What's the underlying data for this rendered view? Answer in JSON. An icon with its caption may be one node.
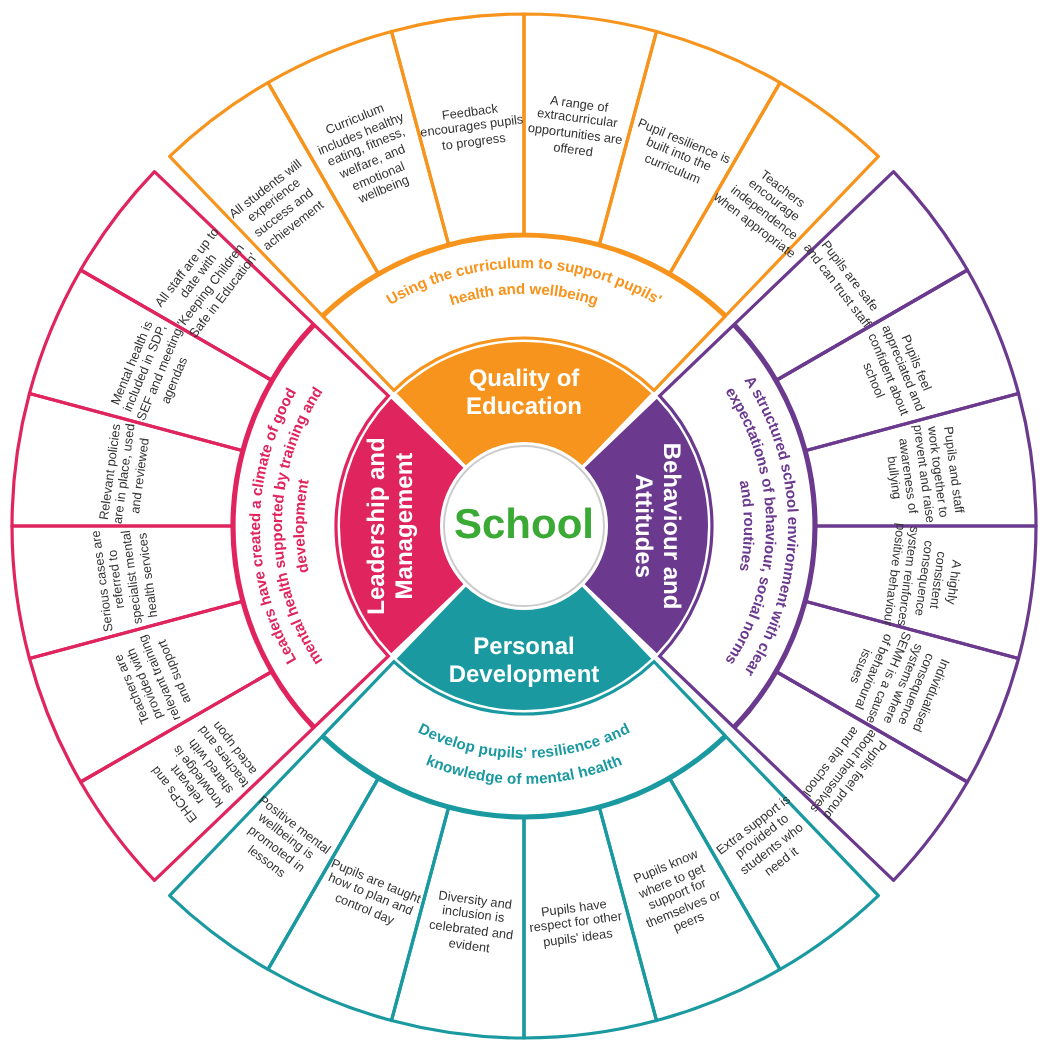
{
  "diagram": {
    "nodes": [
      {
        "text": [
          "School"
        ]
      },
      {
        "text": [
          "Quality of Education"
        ]
      },
      {
        "text": [
          "Behaviour and Attitudes"
        ]
      },
      {
        "text": [
          "Personal Development"
        ]
      },
      {
        "text": [
          "Leadership and Management"
        ]
      },
      {
        "text": [
          "Using the curriculum to support pupils' health and wellbeing"
        ]
      },
      {
        "text": [
          "A structured school environment with clear expectations of behaviour, social norms and routines"
        ]
      },
      {
        "text": [
          "Develop pupils' resilience and knowledge of mental health"
        ]
      },
      {
        "text": [
          "Leaders have created a climate of good mental health supported by training and development"
        ]
      },
      {
        "text": [
          "All students will experience success and achievement"
        ]
      },
      {
        "text": [
          "Curriculum includes healthy eating, fitness, welfare, and emotional wellbeing"
        ]
      },
      {
        "text": [
          "Feedback encourages pupils to progress"
        ]
      },
      {
        "text": [
          "A range of extracurricular opportunities are offered"
        ]
      },
      {
        "text": [
          "Pupil resilience is built into the curriculum"
        ]
      },
      {
        "text": [
          "Teachers encourage independence when appropriate"
        ]
      },
      {
        "text": [
          "Pupils are safe and can trust staff"
        ]
      },
      {
        "text": [
          "Pupils feel appreciated and confident about school"
        ]
      },
      {
        "text": [
          "Pupils and staff work together to prevent and raise awareness of bullying"
        ]
      },
      {
        "text": [
          "A highly consistent consequence system reinforces positive behaviour"
        ]
      },
      {
        "text": [
          "Individualised consequence systems where SEMH is a cause of behavioural issues"
        ]
      },
      {
        "text": [
          "Pupils feel proud about themselves and the school"
        ]
      },
      {
        "text": [
          "Positive mental wellbeing is promoted in lessons"
        ]
      },
      {
        "text": [
          "Pupils are taught how to plan and control day"
        ]
      },
      {
        "text": [
          "Diversity and inclusion is celebrated and evident"
        ]
      },
      {
        "text": [
          "Pupils have respect for other pupils' ideas"
        ]
      },
      {
        "text": [
          "Pupils know where to get support for themselves or peers"
        ]
      },
      {
        "text": [
          "Extra support is provided to students who need it"
        ]
      },
      {
        "text": [
          "All staff are up to date with 'Keeping Children Safe in Education'"
        ]
      },
      {
        "text": [
          "Mental health is included in SDP, SEF and meeting agendas"
        ]
      },
      {
        "text": [
          "Relevant policies are in place, used and reviewed"
        ]
      },
      {
        "text": [
          "Serious cases are referred to specialist mental health services"
        ]
      },
      {
        "text": [
          "Teachers are provided with relevant training and support"
        ]
      },
      {
        "text": [
          "EHCPs and relevant knowledge is shared with teachers and acted upon"
        ]
      }
    ]
  }
}
